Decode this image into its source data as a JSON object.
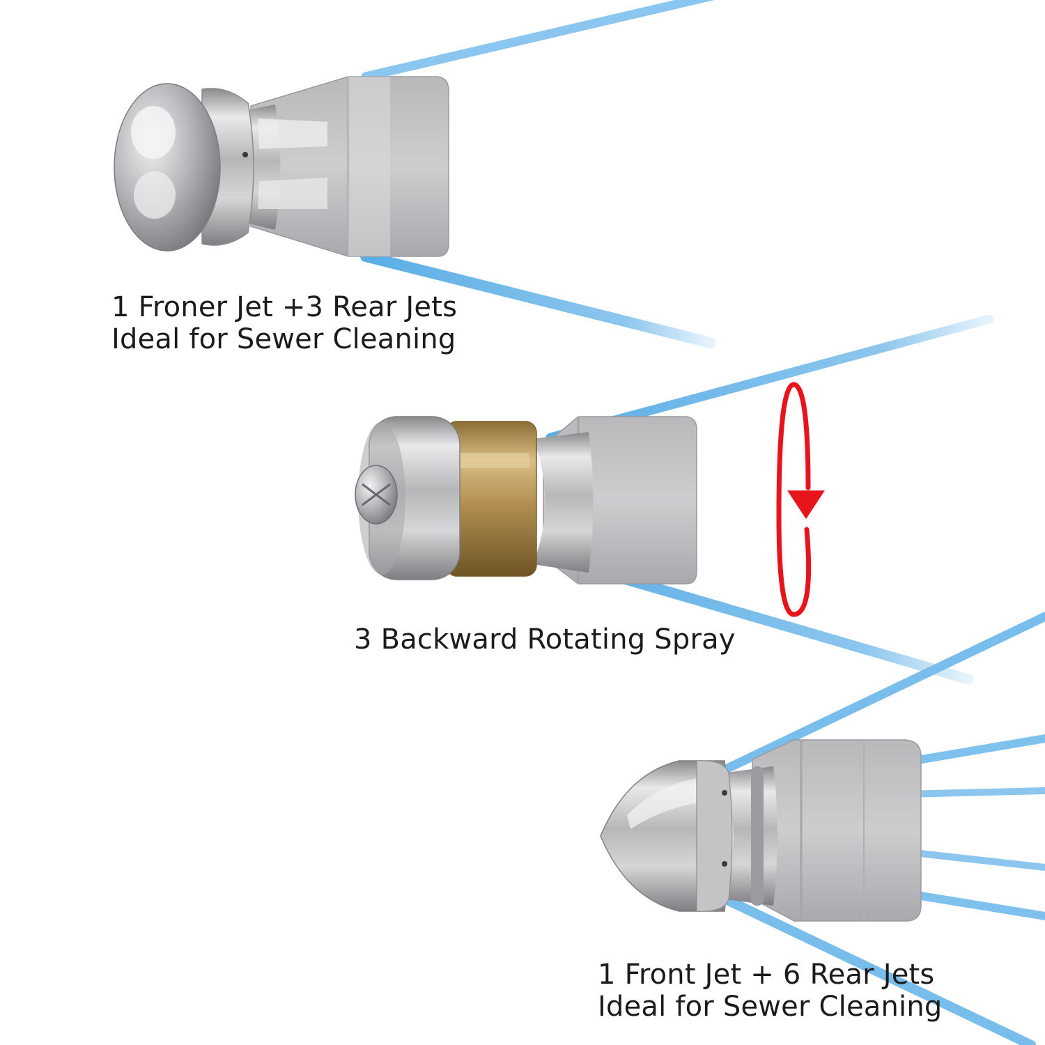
{
  "image": {
    "background": "#ffffff",
    "jet_color": "#69b4e8",
    "rotation_arrow_color": "#e8141b",
    "brass_color": "#b8975a",
    "steel_color": "#c6c6c8"
  },
  "nozzles": [
    {
      "name": "round-head-nozzle",
      "caption_lines": [
        "1 Froner Jet +3 Rear Jets",
        "Ideal for Sewer Cleaning"
      ]
    },
    {
      "name": "rotating-nozzle",
      "caption_lines": [
        "3 Backward Rotating Spray"
      ]
    },
    {
      "name": "bullet-nozzle",
      "caption_lines": [
        "1 Front Jet + 6 Rear Jets",
        "Ideal for Sewer Cleaning"
      ]
    }
  ],
  "icons": {
    "rotation": "rotation-arrow-icon"
  }
}
